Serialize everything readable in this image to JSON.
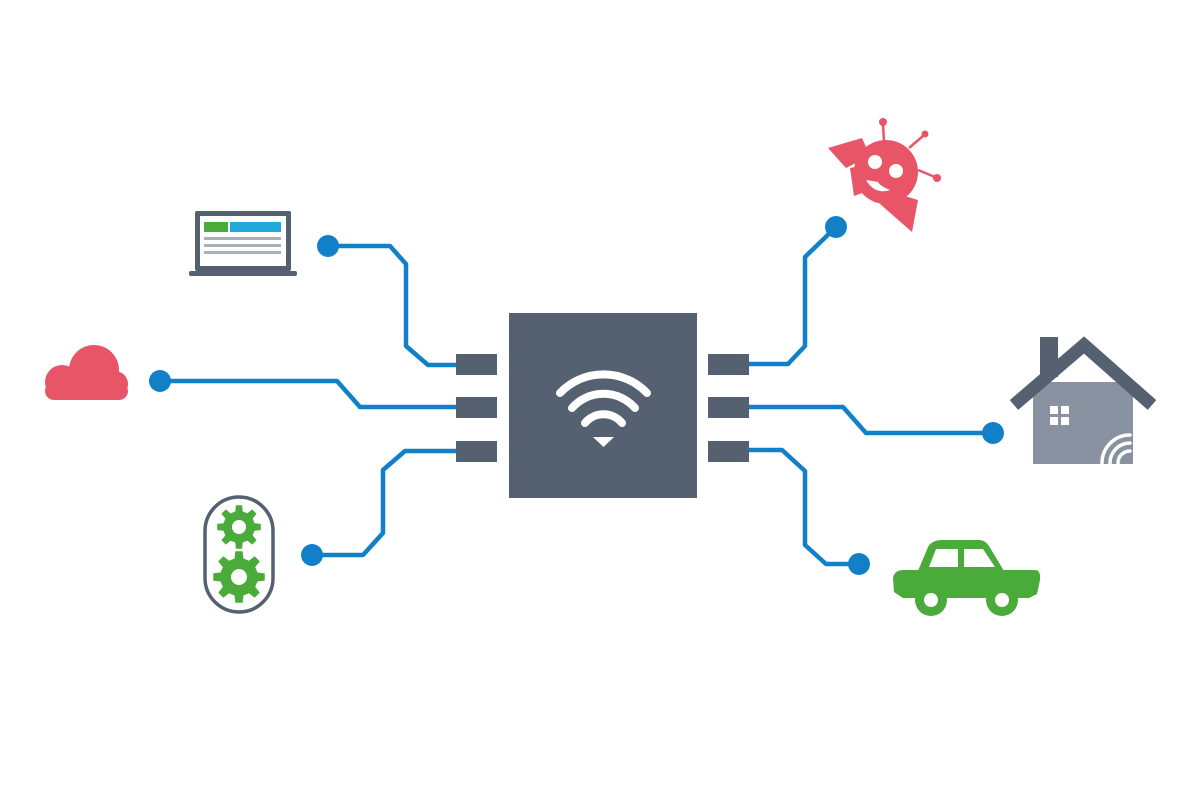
{
  "colors": {
    "background": "#ffffff",
    "chip": "#556070",
    "trace": "#1280c8",
    "pin": "#556070",
    "wifi": "#ffffff",
    "red": "#e85566",
    "green": "#4aaa3a",
    "laptop_frame": "#556070",
    "laptop_screen": "#ffffff",
    "laptop_green": "#4aaa3a",
    "laptop_blue": "#21a7d8",
    "laptop_lines": "#aab0b8",
    "house_wall": "#8892a0",
    "house_roof": "#556070",
    "gear_frame": "#556070"
  },
  "nodes": [
    {
      "id": "laptop",
      "icon": "laptop-icon"
    },
    {
      "id": "cloud",
      "icon": "cloud-icon"
    },
    {
      "id": "gears",
      "icon": "gears-icon"
    },
    {
      "id": "robot",
      "icon": "robot-icon"
    },
    {
      "id": "house",
      "icon": "smart-home-icon"
    },
    {
      "id": "car",
      "icon": "car-icon"
    }
  ],
  "hub": {
    "icon": "wifi-icon"
  }
}
